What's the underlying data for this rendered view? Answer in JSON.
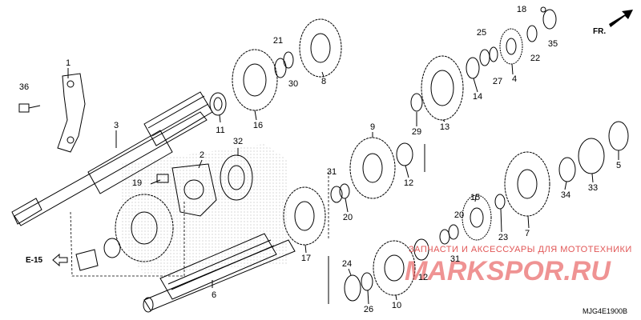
{
  "diagram": {
    "direction_label": "FR.",
    "ref_label": "E-15",
    "drawing_code": "MJG4E1900B",
    "watermark_text": "ЗАПЧАСТИ И АКСЕССУАРЫ ДЛЯ МОТОТЕХНИКИ",
    "watermark_logo": "MARKSPOR.RU",
    "parts": [
      {
        "id": "1",
        "label": "1"
      },
      {
        "id": "2",
        "label": "2"
      },
      {
        "id": "3",
        "label": "3"
      },
      {
        "id": "4",
        "label": "4"
      },
      {
        "id": "5",
        "label": "5"
      },
      {
        "id": "6",
        "label": "6"
      },
      {
        "id": "7",
        "label": "7"
      },
      {
        "id": "8",
        "label": "8"
      },
      {
        "id": "9",
        "label": "9"
      },
      {
        "id": "10",
        "label": "10"
      },
      {
        "id": "11",
        "label": "11"
      },
      {
        "id": "12a",
        "label": "12"
      },
      {
        "id": "12b",
        "label": "12"
      },
      {
        "id": "13",
        "label": "13"
      },
      {
        "id": "14",
        "label": "14"
      },
      {
        "id": "15",
        "label": "15"
      },
      {
        "id": "16",
        "label": "16"
      },
      {
        "id": "17",
        "label": "17"
      },
      {
        "id": "18",
        "label": "18"
      },
      {
        "id": "19",
        "label": "19"
      },
      {
        "id": "20a",
        "label": "20"
      },
      {
        "id": "20b",
        "label": "20"
      },
      {
        "id": "21",
        "label": "21"
      },
      {
        "id": "22",
        "label": "22"
      },
      {
        "id": "23",
        "label": "23"
      },
      {
        "id": "24",
        "label": "24"
      },
      {
        "id": "25",
        "label": "25"
      },
      {
        "id": "26",
        "label": "26"
      },
      {
        "id": "27",
        "label": "27"
      },
      {
        "id": "29",
        "label": "29"
      },
      {
        "id": "30",
        "label": "30"
      },
      {
        "id": "31a",
        "label": "31"
      },
      {
        "id": "31b",
        "label": "31"
      },
      {
        "id": "32",
        "label": "32"
      },
      {
        "id": "33",
        "label": "33"
      },
      {
        "id": "34",
        "label": "34"
      },
      {
        "id": "35",
        "label": "35"
      },
      {
        "id": "36",
        "label": "36"
      }
    ]
  }
}
